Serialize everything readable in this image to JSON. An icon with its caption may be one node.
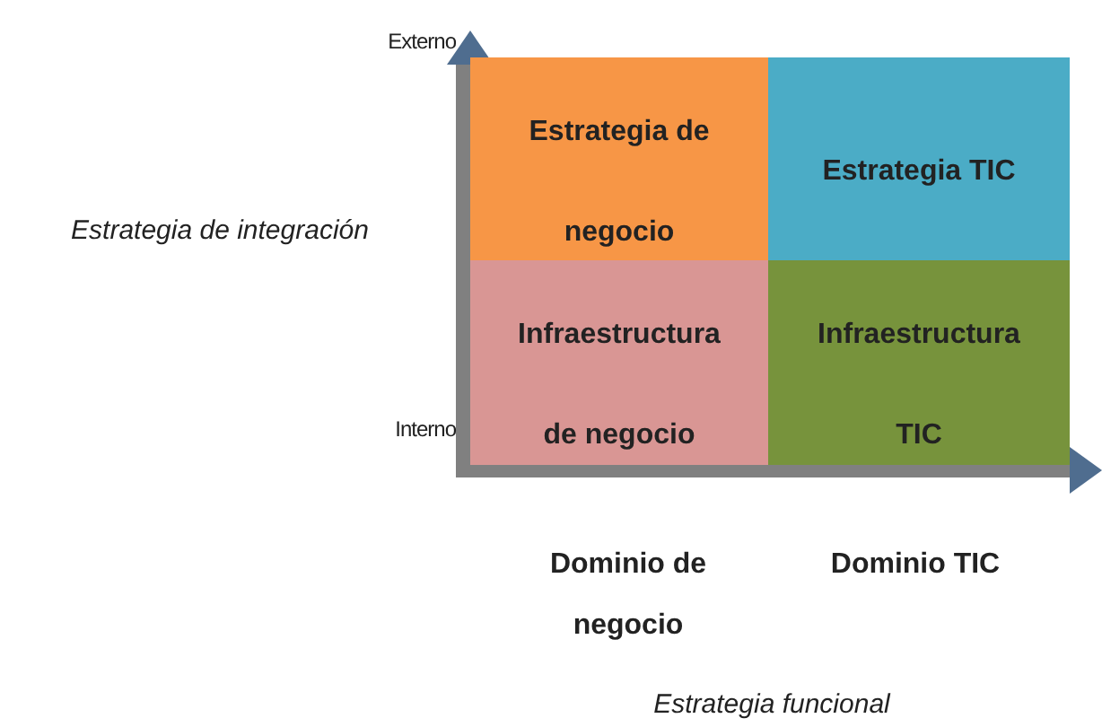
{
  "diagram": {
    "nodes": [
      {
        "text": [
          "Estrategia de negocio"
        ]
      },
      {
        "text": [
          "Estrategia TIC"
        ]
      },
      {
        "text": [
          "Infraestructura de negocio"
        ]
      },
      {
        "text": [
          "Infraestructura TIC"
        ]
      }
    ],
    "labels": [
      "Externo",
      "Estrategia de integración",
      "Interno",
      "Dominio de negocio",
      "Dominio TIC",
      "Estrategia funcional"
    ]
  }
}
